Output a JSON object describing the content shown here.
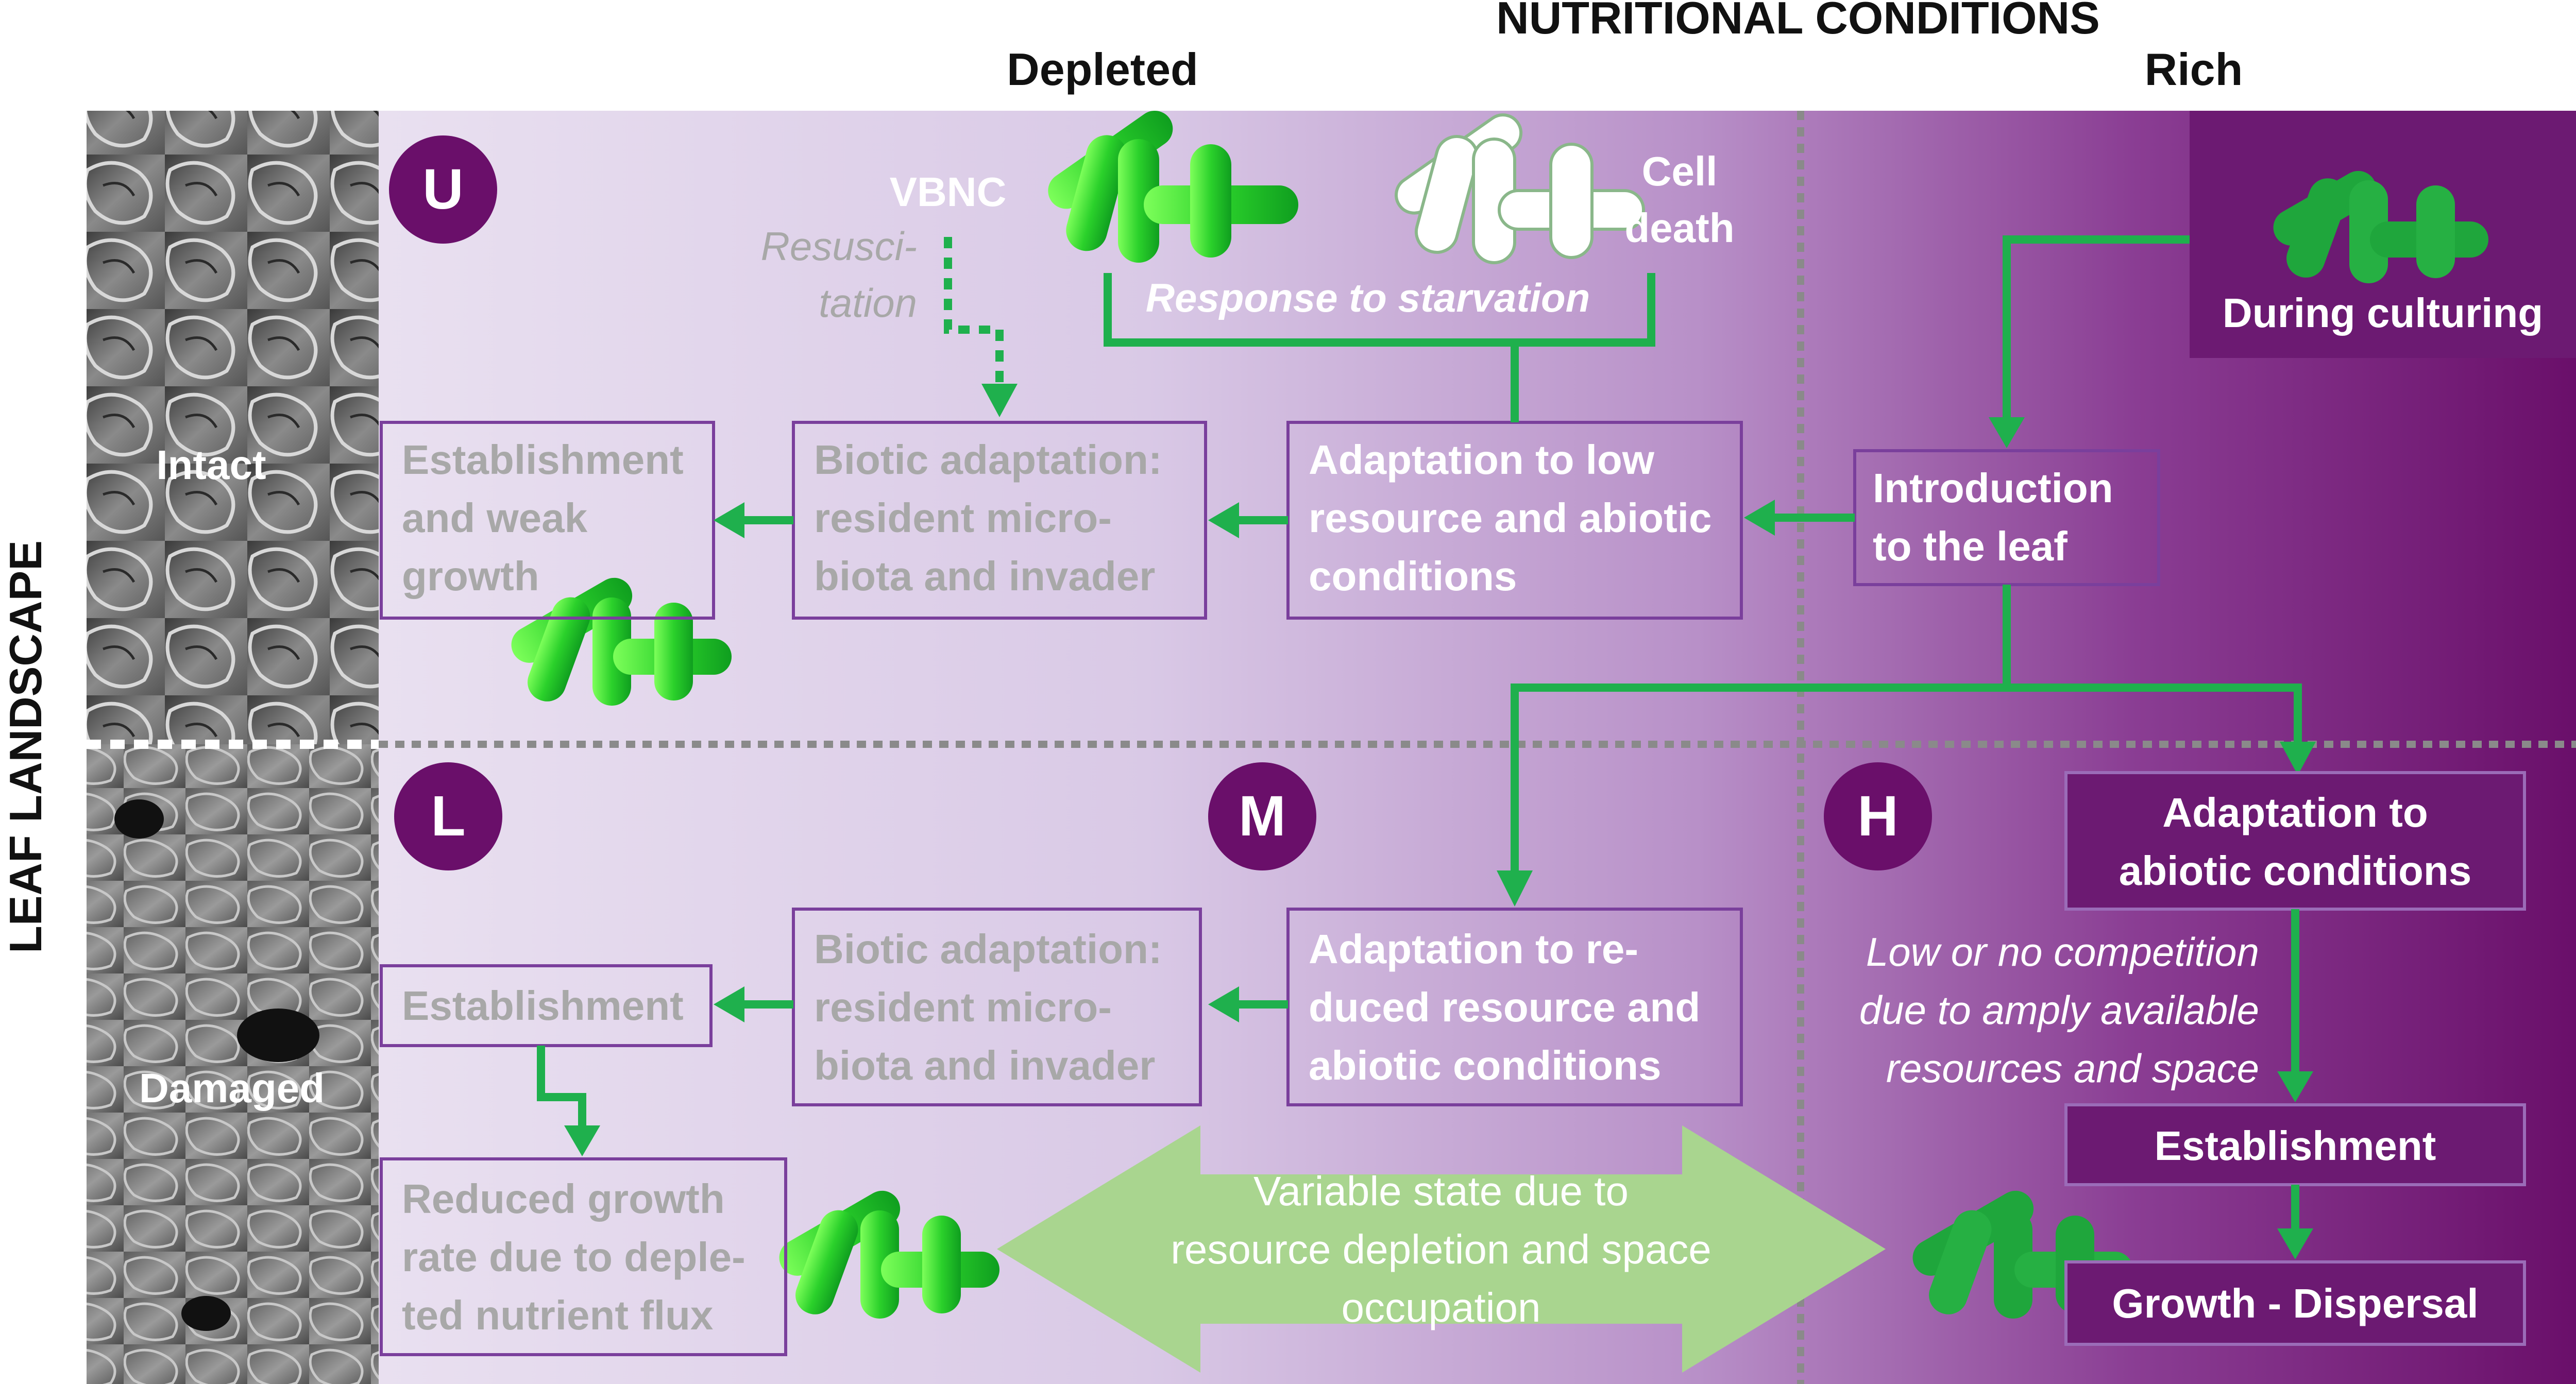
{
  "header": {
    "title": "NUTRITIONAL CONDITIONS",
    "depleted": "Depleted",
    "rich": "Rich",
    "leaf_landscape": "LEAF LANDSCAPE",
    "intact": "Intact",
    "damaged": "Damaged"
  },
  "quadrants": {
    "u": "U",
    "l": "L",
    "m": "M",
    "h": "H"
  },
  "top": {
    "vbnc": "VBNC",
    "resuscitation": [
      "Resusci-",
      "tation"
    ],
    "cell_death": [
      "Cell",
      "death"
    ],
    "response": "Response to starvation",
    "during_culturing": "During culturing"
  },
  "boxes": {
    "est_weak": [
      "Establishment",
      "and weak",
      "growth"
    ],
    "biotic_top": [
      "Biotic adaptation:",
      "resident micro-",
      "biota and invader"
    ],
    "adapt_low": [
      "Adaptation to low",
      "resource and abiotic",
      "conditions"
    ],
    "introduction": [
      "Introduction",
      "to the leaf"
    ],
    "adapt_abiotic": [
      "Adaptation to",
      "abiotic conditions"
    ],
    "establishment_l": "Establishment",
    "biotic_bottom": [
      "Biotic adaptation:",
      "resident micro-",
      "biota and invader"
    ],
    "adapt_reduced": [
      "Adaptation to re-",
      "duced resource and",
      "abiotic conditions"
    ],
    "reduced_growth": [
      "Reduced growth",
      "rate due to deple-",
      "ted nutrient flux"
    ],
    "establishment_h": "Establishment",
    "growth_dispersal": "Growth - Dispersal"
  },
  "notes": {
    "competition": [
      "Low or no competition",
      "due to amply available",
      "resources and space"
    ],
    "variable": [
      "Variable state due to",
      "resource depletion and space",
      "occupation"
    ]
  },
  "colors": {
    "accent_green": "#1fb04d",
    "purple_dark": "#6a0f6a",
    "grey_text": "#a8a8a8"
  }
}
